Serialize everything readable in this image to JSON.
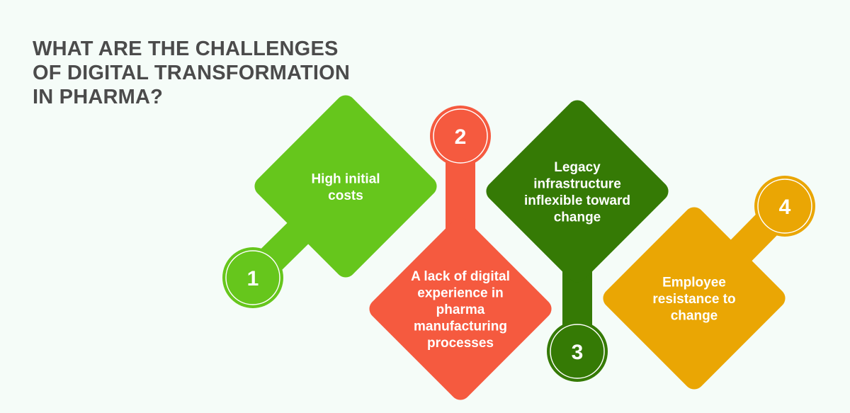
{
  "title_lines": [
    "WHAT ARE THE CHALLENGES",
    "OF DIGITAL TRANSFORMATION",
    "IN PHARMA?"
  ],
  "items": [
    {
      "number": "1",
      "lines": [
        "High initial",
        "costs"
      ],
      "color": "#66c61c"
    },
    {
      "number": "2",
      "lines": [
        "A lack of digital",
        "experience in",
        "pharma",
        "manufacturing",
        "processes"
      ],
      "color": "#f55a3f"
    },
    {
      "number": "3",
      "lines": [
        "Legacy",
        "infrastructure",
        "inflexible toward",
        "change"
      ],
      "color": "#357a05"
    },
    {
      "number": "4",
      "lines": [
        "Employee",
        "resistance to",
        "change"
      ],
      "color": "#eaa604"
    }
  ]
}
